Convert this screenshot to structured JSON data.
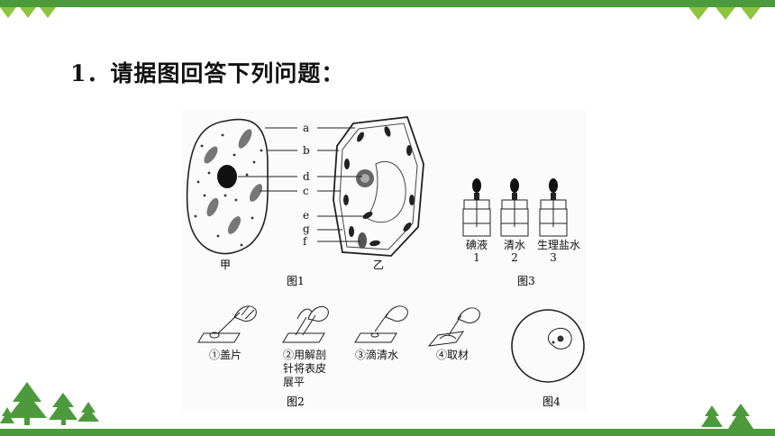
{
  "question": {
    "text": "1．请据图回答下列问题："
  },
  "figure1": {
    "labels": [
      "a",
      "b",
      "d",
      "c",
      "e",
      "g",
      "f"
    ],
    "cell_left_label": "甲",
    "cell_right_label": "乙",
    "caption": "图1"
  },
  "figure2": {
    "steps": [
      {
        "lines": [
          "①盖片"
        ]
      },
      {
        "lines": [
          "②用解剖",
          "针将表皮",
          "展平"
        ]
      },
      {
        "lines": [
          "③滴清水"
        ]
      },
      {
        "lines": [
          "④取材"
        ]
      }
    ],
    "caption": "图2"
  },
  "figure3": {
    "bottles": [
      {
        "name": "碘液",
        "number": "1"
      },
      {
        "name": "清水",
        "number": "2"
      },
      {
        "name": "生理盐水",
        "number": "3"
      }
    ],
    "caption": "图3"
  },
  "figure4": {
    "caption": "图4"
  },
  "colors": {
    "theme_green": "#4c9a3c",
    "light_green": "#8cc63f"
  }
}
